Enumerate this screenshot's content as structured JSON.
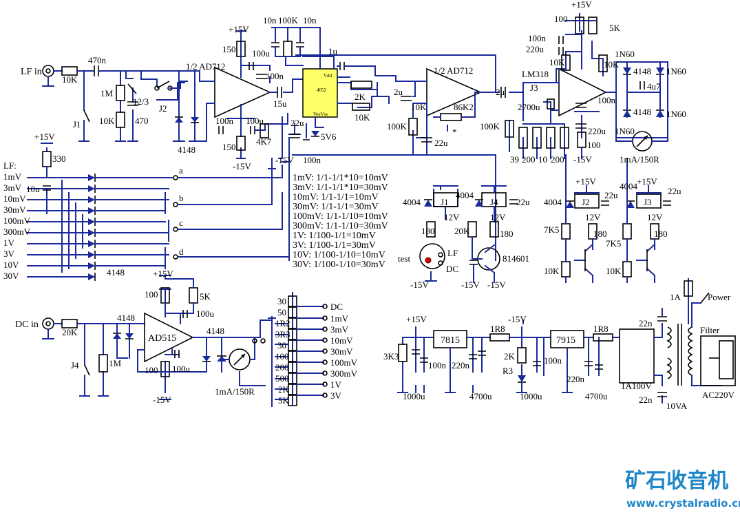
{
  "ports": {
    "lf_in": "LF in",
    "dc_in": "DC in",
    "power": "Power",
    "filter": "Filter",
    "ac": "AC220V",
    "transformer": "10VA",
    "test": "test",
    "lf": "LF",
    "dc": "DC"
  },
  "ics": {
    "ad712_a": "1/2 AD712",
    "ad712_b": "1/2 AD712",
    "lm318": "LM318",
    "ad515": "AD515",
    "mux": "4052",
    "reg_pos": "7815",
    "reg_neg": "7915",
    "bridge": "1A100V",
    "transistor": "814601"
  },
  "supplies": {
    "p15": "+15V",
    "n15": "-15V",
    "n15b": "-15V",
    "vdd": "Vdd",
    "vss": "VeeVss"
  },
  "relays": [
    "J1",
    "J2",
    "J3",
    "J4"
  ],
  "switch_ratio": "12/3",
  "ranges_lf_label": "LF:",
  "lf_ranges": [
    "1mV",
    "3mV",
    "10mV",
    "30mV",
    "100mV",
    "300mV",
    "1V",
    "3V",
    "10V",
    "30V"
  ],
  "lf_taps": [
    "a",
    "b",
    "c",
    "d"
  ],
  "dc_ranges": [
    "DC",
    "1mV",
    "3mV",
    "10mV",
    "30mV",
    "100mV",
    "300mV",
    "1V",
    "3V"
  ],
  "dc_divider": [
    "30",
    "50",
    "1R2",
    "3R3",
    "30",
    "100",
    "200",
    "500",
    "2K",
    "5K"
  ],
  "range_table": [
    "1mV: 1/1-1/1*10=10mV",
    "3mV: 1/1-1/1*10=30mV",
    "10mV: 1/1-1/1=10mV",
    "30mV: 1/1-1/1=30mV",
    "100mV: 1/1-1/10=10mV",
    "300mV: 1/1-1/10=30mV",
    "1V: 1/100-1/1=10mV",
    "3V: 1/100-1/1=30mV",
    "10V: 1/100-1/10=10mV",
    "30V: 1/100-1/10=30mV"
  ],
  "meters": [
    "1mA/150R",
    "1mA/150R"
  ],
  "components": {
    "r10k": "10K",
    "c470n": "470n",
    "r1m": "1M",
    "c470": "470",
    "d4148": "4148",
    "r150": "150",
    "c100u": "100u",
    "c100n": "100n",
    "c15u": "15u",
    "r4k7": "4K7",
    "c10n": "10n",
    "r100k": "100K",
    "c1u": "1u",
    "r2k": "2K",
    "r10k_b": "10K",
    "c2u": "2u",
    "r86k2": "86K2",
    "c22u": "22u",
    "c5v6": "5V6",
    "r100k_b": "100K",
    "c2700u": "2700u",
    "r39": "39",
    "r200": "200",
    "r10": "10",
    "r100": "100",
    "r5k": "5K",
    "c220u": "220u",
    "d1n60": "1N60",
    "c4u7": "4u7",
    "r330": "330",
    "c10u": "10u",
    "r180": "180",
    "r20k": "20K",
    "r7k5": "7K5",
    "d4004": "4004",
    "v12": "12V",
    "r20k_b": "20K",
    "r3k3": "3K3",
    "c1000u": "1000u",
    "c220n": "220n",
    "c4700u": "4700u",
    "r1r8": "1R8",
    "r3": "R3",
    "c22n": "22n",
    "fuse": "1A",
    "star": "*"
  },
  "watermark": {
    "brand": "矿石收音机",
    "url": "www.crystalradio.cn"
  },
  "colors": {
    "wire": "#1a2a9a",
    "body": "#000000",
    "ic_fill": "#ffff66",
    "brand": "#1f86c8"
  }
}
